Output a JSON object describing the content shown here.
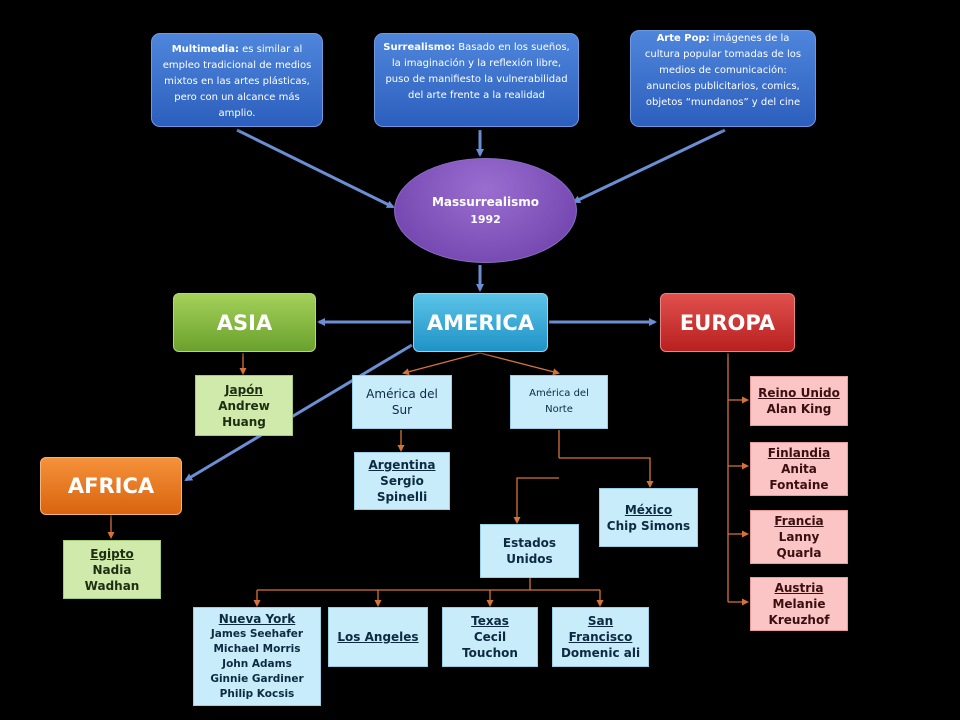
{
  "definitions": {
    "multimedia": {
      "term": "Multimedia:",
      "text": " es similar al empleo tradicional de medios mixtos en las artes plásticas, pero con un alcance más amplio."
    },
    "surrealismo": {
      "term": "Surrealismo:",
      "text": " Basado en los sueños, la imaginación y la reflexión libre, puso de manifiesto la vulnerabilidad del arte frente a la realidad"
    },
    "artepop": {
      "term": "Arte Pop:",
      "text": " imágenes de la cultura popular tomadas de los medios de comunicación: anuncios publicitarios, comics, objetos “mundanos” y del cine"
    }
  },
  "center": {
    "title": "Massurrealismo",
    "year": "1992"
  },
  "continents": {
    "asia": "ASIA",
    "america": "AMERICA",
    "europa": "EUROPA",
    "africa": "AFRICA"
  },
  "asia": {
    "country": "Japón",
    "artist": "Andrew Huang"
  },
  "africa": {
    "country": "Egipto",
    "artist": "Nadia Wadhan"
  },
  "america": {
    "sur": "América del Sur",
    "norte": "América del Norte",
    "argentina": {
      "country": "Argentina",
      "artist": "Sergio Spinelli"
    },
    "mexico": {
      "country": "México",
      "artist": "Chip Simons"
    },
    "usa": "Estados Unidos",
    "nueva_york": {
      "city": "Nueva York",
      "artists": [
        "James Seehafer",
        "Michael Morris",
        "John Adams",
        "Ginnie Gardiner",
        "Philip Kocsis"
      ]
    },
    "los_angeles": {
      "city": "Los Angeles"
    },
    "texas": {
      "city": "Texas",
      "artist": "Cecil Touchon"
    },
    "san_francisco": {
      "city": "San Francisco",
      "artist": "Domenic ali"
    }
  },
  "europa": {
    "reino_unido": {
      "country": "Reino Unido",
      "artist": "Alan King"
    },
    "finlandia": {
      "country": "Finlandia",
      "artist": "Anita Fontaine"
    },
    "francia": {
      "country": "Francia",
      "artist": "Lanny Quarla"
    },
    "austria": {
      "country": "Austria",
      "artist": "Melanie Kreuzhof"
    }
  }
}
